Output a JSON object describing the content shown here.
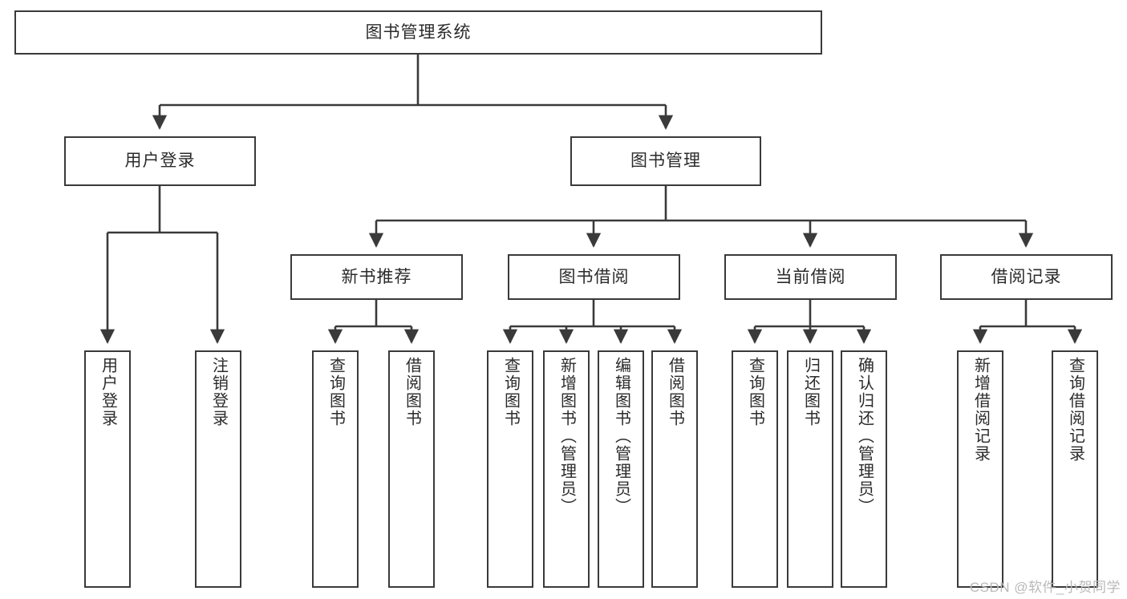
{
  "diagram": {
    "type": "tree-hierarchy-diagram",
    "title": "图书管理系统",
    "colors": {
      "stroke": "#3a3a3a",
      "fill": "#ffffff",
      "text": "#2b2b2b",
      "watermark": "#b9b9b9",
      "background": "#ffffff"
    },
    "watermark": "CSDN @软件_小贺同学",
    "levels": {
      "root": {
        "label": "图书管理系统"
      },
      "level2": [
        {
          "label": "用户登录"
        },
        {
          "label": "图书管理"
        }
      ],
      "level3": [
        {
          "label": "新书推荐"
        },
        {
          "label": "图书借阅"
        },
        {
          "label": "当前借阅"
        },
        {
          "label": "借阅记录"
        }
      ],
      "leaves": [
        {
          "label": "用户登录",
          "parent": "用户登录"
        },
        {
          "label": "注销登录",
          "parent": "用户登录"
        },
        {
          "label": "查询图书",
          "parent": "新书推荐"
        },
        {
          "label": "借阅图书",
          "parent": "新书推荐"
        },
        {
          "label": "查询图书",
          "parent": "图书借阅"
        },
        {
          "label": "新增图书（管理员）",
          "parent": "图书借阅"
        },
        {
          "label": "编辑图书（管理员）",
          "parent": "图书借阅"
        },
        {
          "label": "借阅图书",
          "parent": "图书借阅"
        },
        {
          "label": "查询图书",
          "parent": "当前借阅"
        },
        {
          "label": "归还图书",
          "parent": "当前借阅"
        },
        {
          "label": "确认归还（管理员）",
          "parent": "当前借阅"
        },
        {
          "label": "新增借阅记录",
          "parent": "借阅记录"
        },
        {
          "label": "查询借阅记录",
          "parent": "借阅记录"
        }
      ]
    }
  }
}
